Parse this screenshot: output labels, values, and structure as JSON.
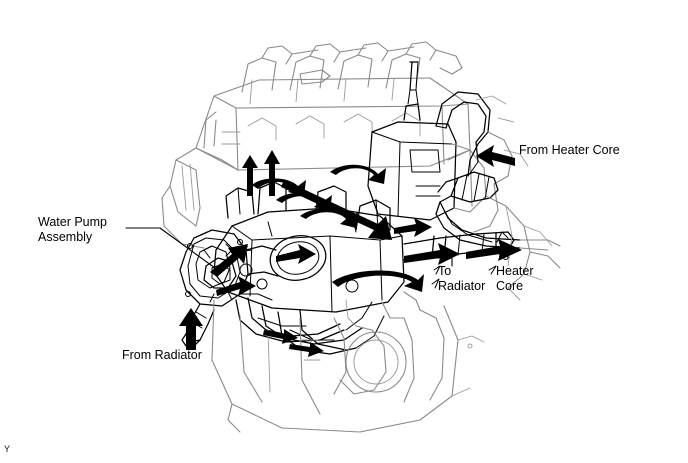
{
  "figure": {
    "type": "technical-line-drawing",
    "subject": "Engine coolant circuit - water pump assembly and hose routing",
    "background_color": "#ffffff",
    "line_color": "#000000",
    "secondary_line_color": "#8a8a8a",
    "arrow_color": "#000000"
  },
  "labels": {
    "water_pump_assembly": "Water Pump\nAssembly",
    "from_heater_core": "From Heater Core",
    "to_heater_core": "To\nHeater\nCore",
    "to_radiator": "To\nRadiator",
    "from_radiator": "From Radiator"
  },
  "page_code": "Y",
  "flow_arrows": [
    {
      "name": "coolant-inlet-from-radiator",
      "direction": "up",
      "label": "From Radiator"
    },
    {
      "name": "coolant-inlet-from-heater-core",
      "direction": "left",
      "label": "From Heater Core"
    },
    {
      "name": "coolant-outlet-to-radiator",
      "direction": "right",
      "label": "To Radiator"
    },
    {
      "name": "coolant-outlet-to-heater-core",
      "direction": "right",
      "label": "To Heater Core"
    },
    {
      "name": "cylinder-head-flow-up-left",
      "direction": "up",
      "label": ""
    },
    {
      "name": "cylinder-head-flow-up-right",
      "direction": "up",
      "label": ""
    },
    {
      "name": "main-gallery-flow",
      "direction": "down-right",
      "label": ""
    },
    {
      "name": "water-pump-discharge",
      "direction": "up-right",
      "label": ""
    },
    {
      "name": "block-return-flow",
      "direction": "right",
      "label": ""
    }
  ]
}
